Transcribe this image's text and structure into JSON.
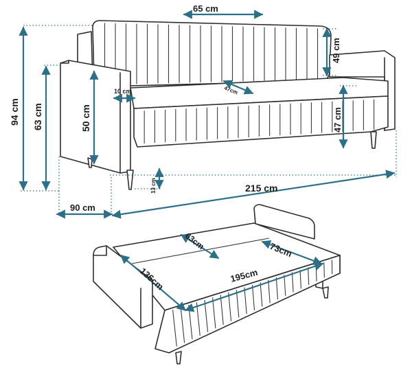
{
  "diagram": {
    "dim_color": "#2c6f86",
    "line_color": "#2e2e2e",
    "dimensions": {
      "cushion_width": "65 cm",
      "cushion_height": "49 cm",
      "total_height": "94 cm",
      "armrest_height": "63 cm",
      "seat_height_front": "50 cm",
      "armrest_width": "10 cm",
      "seat_depth_small": "47cm",
      "seat_height_side": "47 cm",
      "leg_height": "13 cm",
      "total_width": "215 cm",
      "total_depth": "90 cm",
      "bed_head_depth": "63cm",
      "bed_side_depth": "73cm",
      "bed_length": "195cm",
      "bed_width": "136cm"
    }
  }
}
